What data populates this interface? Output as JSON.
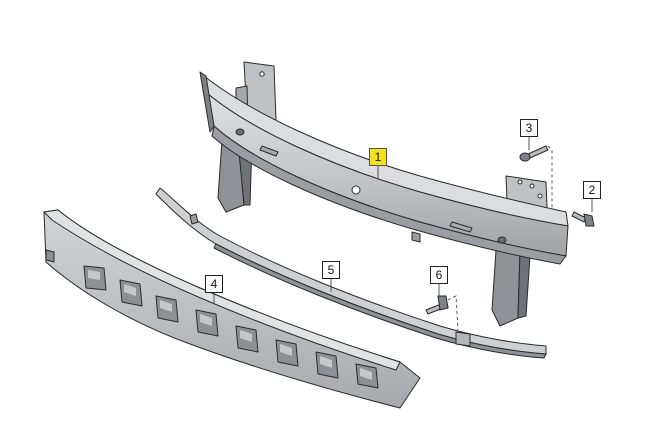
{
  "parts": [
    {
      "number": "1",
      "highlighted": true
    },
    {
      "number": "2",
      "highlighted": false
    },
    {
      "number": "3",
      "highlighted": false
    },
    {
      "number": "4",
      "highlighted": false
    },
    {
      "number": "5",
      "highlighted": false
    },
    {
      "number": "6",
      "highlighted": false
    }
  ],
  "colors": {
    "part_fill": "#c9cbce",
    "part_shade": "#9a9da2",
    "part_dark": "#6f7277",
    "outline": "#2a2a2a",
    "highlight": "#f4e11d",
    "leader": "#444444"
  }
}
